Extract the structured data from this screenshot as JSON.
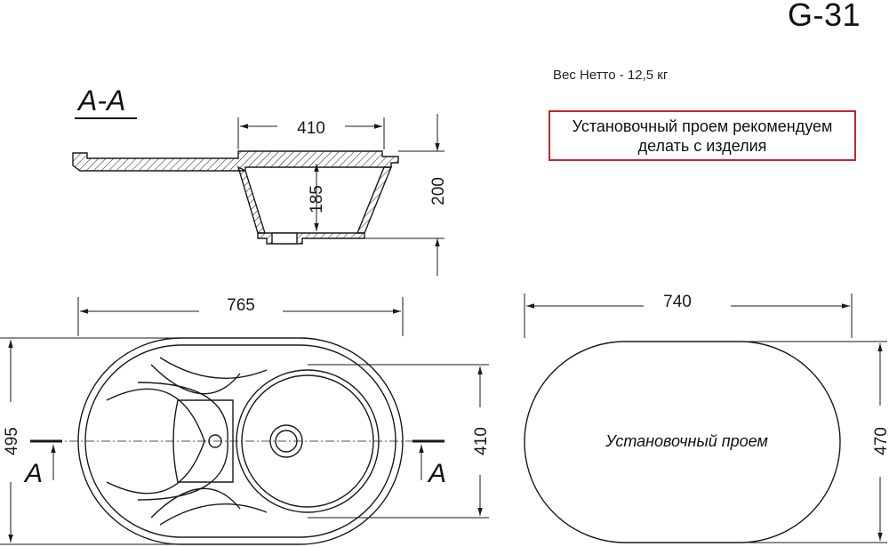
{
  "header": {
    "model_code": "G-31"
  },
  "info": {
    "weight_text": "Вес Нетто - 12,5 кг",
    "mounting_note_line1": "Установочный проем рекомендуем",
    "mounting_note_line2": "делать с изделия"
  },
  "section_view": {
    "label": "A-A",
    "dim_bowl_width": "410",
    "dim_bowl_depth": "185",
    "dim_total_height": "200"
  },
  "top_view": {
    "dim_length": "765",
    "dim_width": "495",
    "dim_bowl_width": "410",
    "cut_label_left": "A",
    "cut_label_right": "A"
  },
  "cutout_view": {
    "dim_length": "740",
    "dim_width": "470",
    "label": "Установочный проем"
  },
  "colors": {
    "note_border": "#c0272d",
    "line": "#1a1a1a"
  }
}
